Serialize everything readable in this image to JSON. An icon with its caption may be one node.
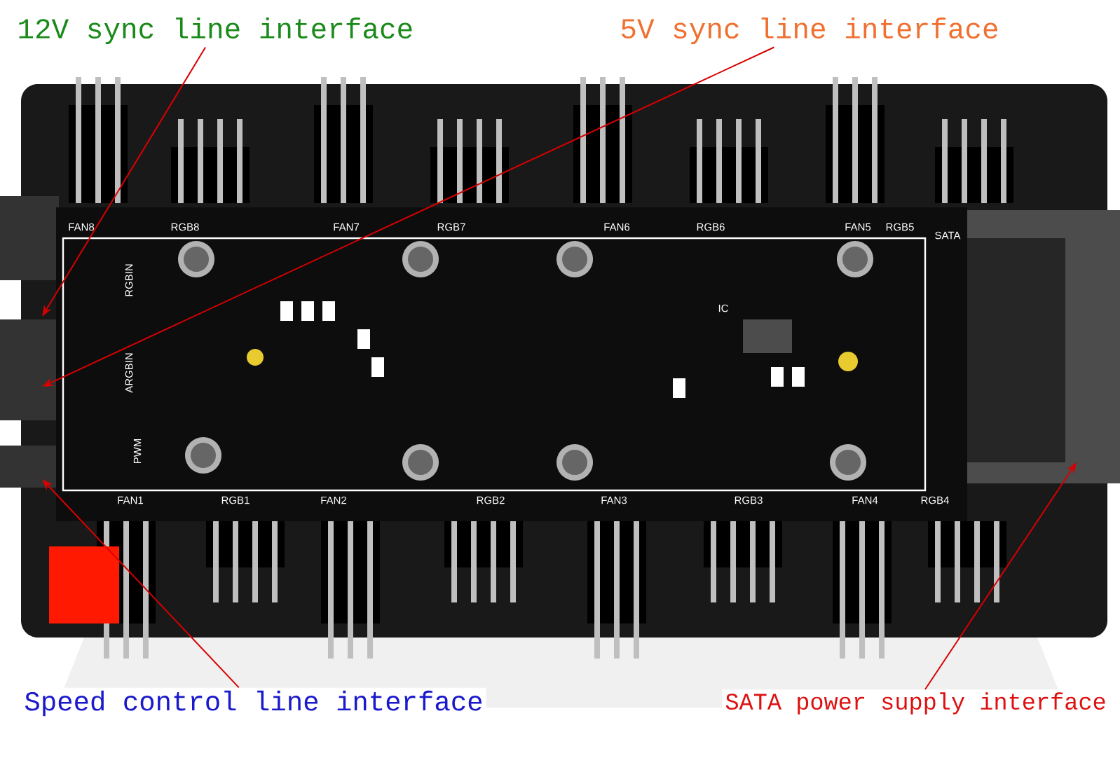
{
  "diagram": {
    "nodes": [
      {
        "text": [
          "12V sync line interface"
        ]
      },
      {
        "text": [
          "5V sync line interface"
        ]
      },
      {
        "text": [
          "Speed control line interface"
        ]
      },
      {
        "text": [
          "SATA power supply interface"
        ]
      }
    ],
    "edges": [
      {
        "from": 0,
        "to": null,
        "arrow": "to"
      },
      {
        "from": 1,
        "to": null,
        "arrow": "to"
      },
      {
        "from": 2,
        "to": null,
        "arrow": "to"
      },
      {
        "from": 3,
        "to": null,
        "arrow": "to"
      }
    ],
    "labels": [
      "FAN8",
      "RGB8",
      "FAN7",
      "RGB7",
      "FAN6",
      "RGB6",
      "FAN5",
      "RGB5",
      "SATA",
      "RGBIN",
      "ARGBIN",
      "IC",
      "PWM",
      "FAN1",
      "RGB1",
      "FAN2",
      "RGB2",
      "FAN3",
      "RGB3",
      "FAN4",
      "RGB4"
    ]
  }
}
